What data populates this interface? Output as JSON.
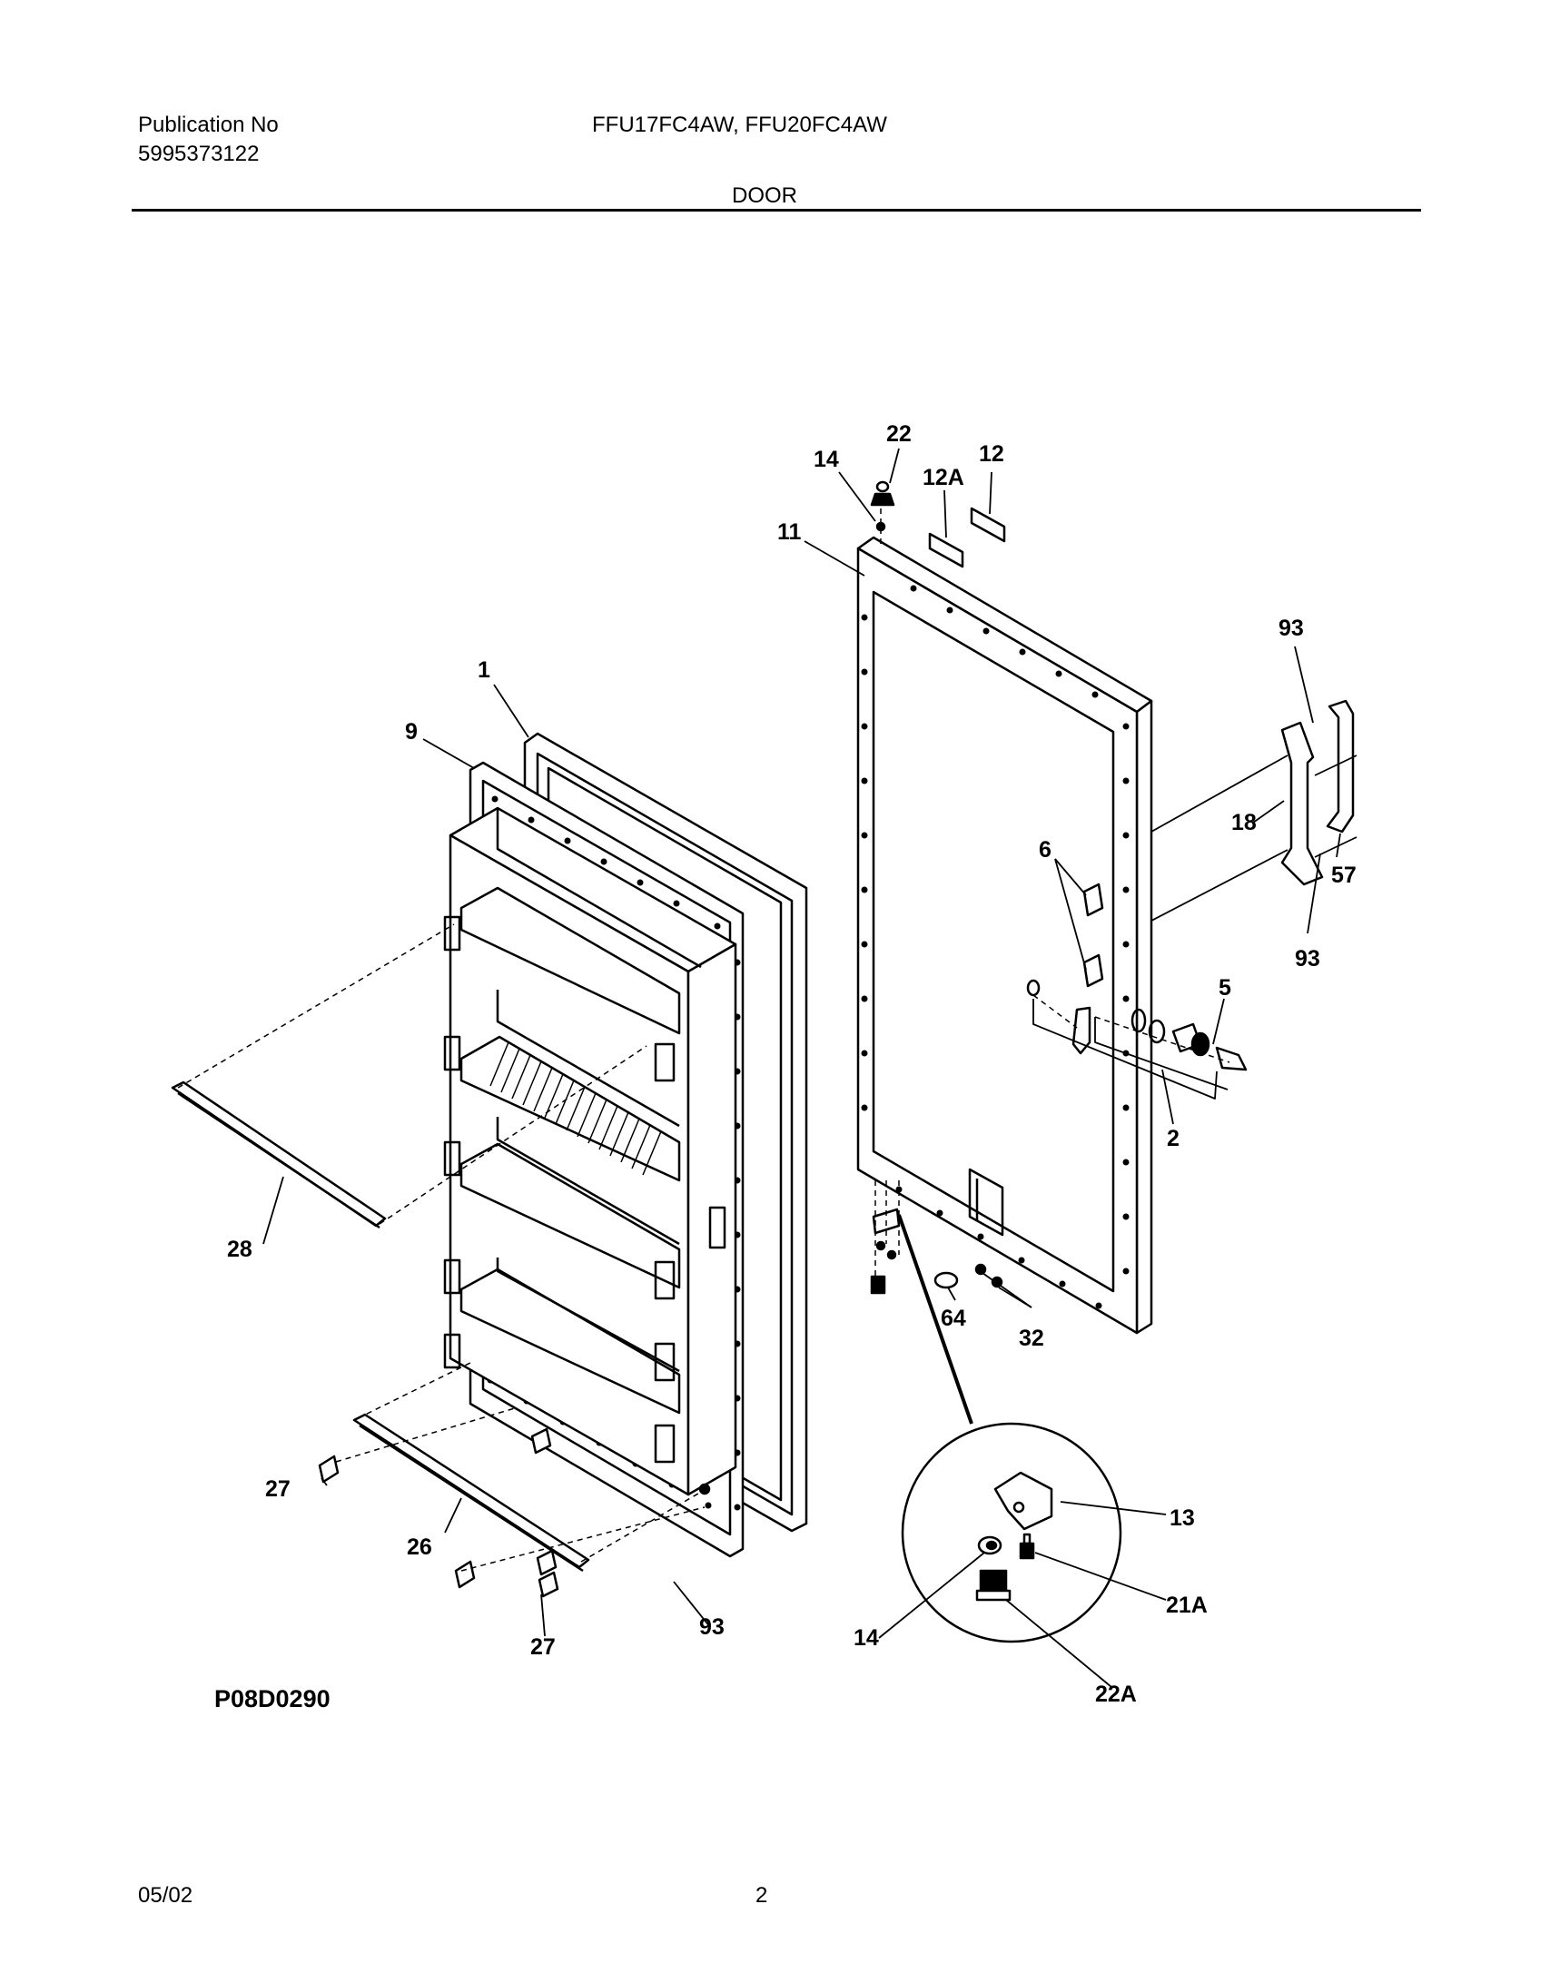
{
  "header": {
    "publication_label": "Publication No",
    "publication_number": "5995373122",
    "models": "FFU17FC4AW, FFU20FC4AW",
    "section": "DOOR"
  },
  "callouts": {
    "c1": "1",
    "c2": "2",
    "c5": "5",
    "c6": "6",
    "c9": "9",
    "c11": "11",
    "c12": "12",
    "c12a": "12A",
    "c13": "13",
    "c14_top": "14",
    "c14_detail": "14",
    "c18": "18",
    "c21a": "21A",
    "c22_top": "22",
    "c22a": "22A",
    "c26": "26",
    "c27_left": "27",
    "c27_bottom": "27",
    "c28": "28",
    "c32": "32",
    "c57": "57",
    "c64": "64",
    "c93_top": "93",
    "c93_mid": "93",
    "c93_bottom": "93"
  },
  "footer": {
    "figure_code": "P08D0290",
    "date": "05/02",
    "page": "2"
  }
}
